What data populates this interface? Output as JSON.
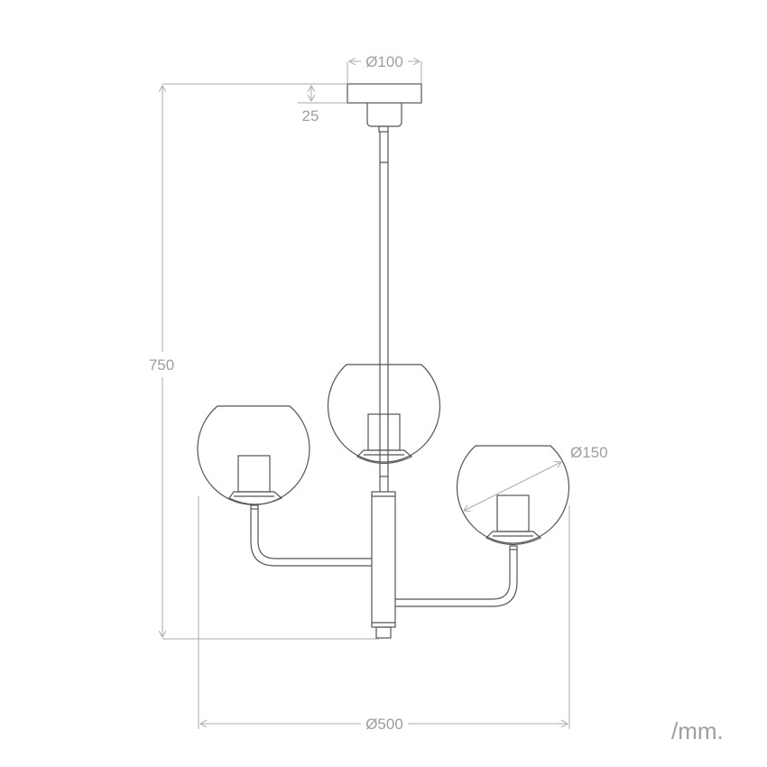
{
  "drawing": {
    "type": "dimension drawing",
    "subject": "three-globe pendant ceiling lamp",
    "colors": {
      "outline": "#555555",
      "dimension": "#a8aeae",
      "text": "#9aa0a0"
    }
  },
  "dimensions": {
    "canopy_diameter": "Ø100",
    "canopy_height": "25",
    "total_height": "750",
    "globe_diameter": "Ø150",
    "total_width": "Ø500"
  },
  "unit": "/mm."
}
